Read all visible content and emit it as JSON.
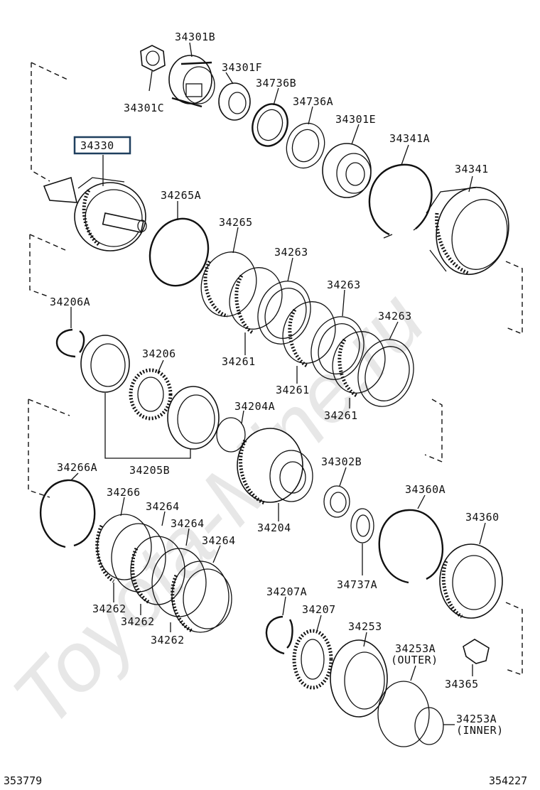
{
  "watermark": "Toyota-Mine.ru",
  "highlighted_part": "34330",
  "labels": {
    "p34301B": "34301B",
    "p34301F": "34301F",
    "p34301C": "34301C",
    "p34736B": "34736B",
    "p34736A": "34736A",
    "p34301E": "34301E",
    "p34341A": "34341A",
    "p34341": "34341",
    "p34330": "34330",
    "p34265A": "34265A",
    "p34265": "34265",
    "p34263a": "34263",
    "p34263b": "34263",
    "p34263c": "34263",
    "p34261a": "34261",
    "p34261b": "34261",
    "p34261c": "34261",
    "p34206A": "34206A",
    "p34206": "34206",
    "p34204A": "34204A",
    "p34205B": "34205B",
    "p34266A": "34266A",
    "p34266": "34266",
    "p34264a": "34264",
    "p34264b": "34264",
    "p34264c": "34264",
    "p34262a": "34262",
    "p34262b": "34262",
    "p34262c": "34262",
    "p34204": "34204",
    "p34302B": "34302B",
    "p34737A": "34737A",
    "p34360A": "34360A",
    "p34360": "34360",
    "p34207A": "34207A",
    "p34207": "34207",
    "p34253": "34253",
    "p34253A_outer": "34253A",
    "p34253A_outer_note": "(OUTER)",
    "p34253A_inner": "34253A",
    "p34253A_inner_note": "(INNER)",
    "p34365": "34365"
  },
  "footer": {
    "left_ref": "353779",
    "right_ref": "354227"
  }
}
